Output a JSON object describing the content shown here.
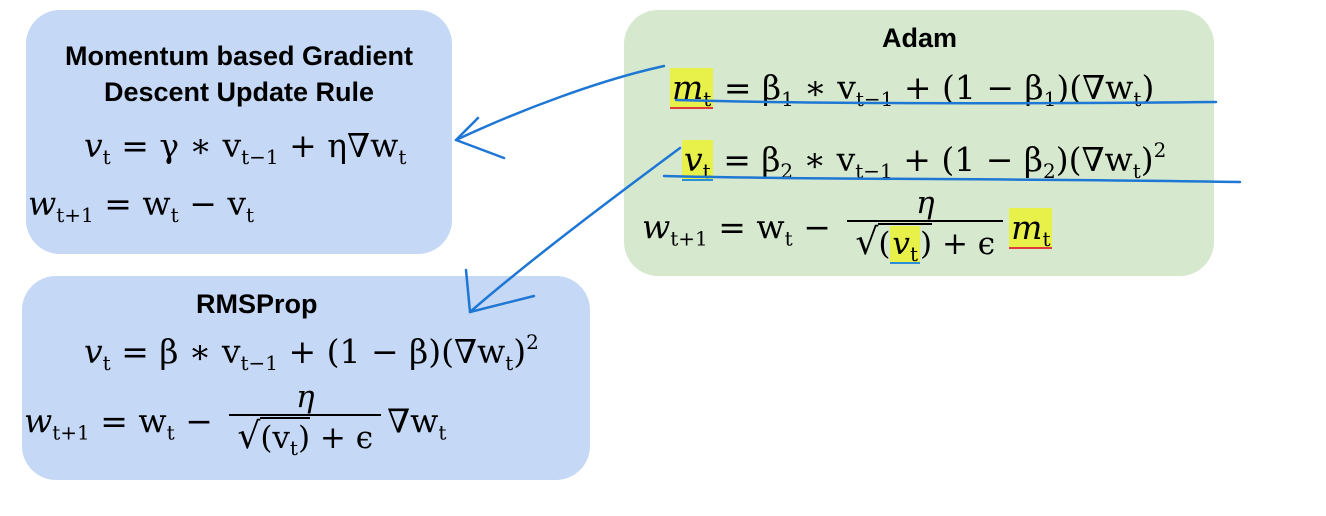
{
  "momentum": {
    "title_line1": "Momentum based Gradient",
    "title_line2": "Descent Update Rule",
    "eq1": {
      "lhs": "v",
      "lhs_sub": "t",
      "rhs": "= γ ∗ v",
      "rhs_sub": "t−1",
      "rhs2": " + η∇w",
      "rhs2_sub": "t"
    },
    "eq2": {
      "lhs": "w",
      "lhs_sub": "t+1",
      "rhs": " = w",
      "rhs_sub": "t",
      "rhs2": " − v",
      "rhs2_sub": "t"
    }
  },
  "rmsprop": {
    "title": "RMSProp",
    "eq1": {
      "lhs": "v",
      "lhs_sub": "t",
      "rhs": " = β ∗ v",
      "rhs_sub": "t−1",
      "rhs2": " + (1 − β)(∇w",
      "rhs2_sub": "t",
      "rhs3": ")",
      "rhs3_sup": "2"
    },
    "eq2": {
      "lhs": "w",
      "lhs_sub": "t+1",
      "rhs": " = w",
      "rhs_sub": "t",
      "rhs2": " − ",
      "num": "η",
      "den_pre": "(v",
      "den_sub": "t",
      "den_post": ")",
      "den_tail": " + ϵ",
      "tail": "∇w",
      "tail_sub": "t"
    }
  },
  "adam": {
    "title": "Adam",
    "eq1": {
      "lhs": "m",
      "lhs_sub": "t",
      "rhs": " = β",
      "rhs_sub1": "1",
      "rhs_b": " ∗ v",
      "rhs_sub2": "t−1",
      "rhs_c": " + (1 − β",
      "rhs_sub3": "1",
      "rhs_d": ")(∇w",
      "rhs_sub4": "t",
      "rhs_e": ")"
    },
    "eq2": {
      "lhs": "v",
      "lhs_sub": "t",
      "rhs": " = β",
      "rhs_sub1": "2",
      "rhs_b": " ∗ v",
      "rhs_sub2": "t−1",
      "rhs_c": " + (1 − β",
      "rhs_sub3": "2",
      "rhs_d": ")(∇w",
      "rhs_sub4": "t",
      "rhs_e": ")",
      "rhs_sup": "2"
    },
    "eq3": {
      "lhs": "w",
      "lhs_sub": "t+1",
      "rhs": " = w",
      "rhs_sub": "t",
      "rhs2": " − ",
      "num": "η",
      "den_pre": "(",
      "den_v": "v",
      "den_sub": "t",
      "den_post": ")",
      "den_tail": " + ϵ",
      "tail": "m",
      "tail_sub": "t"
    }
  },
  "colors": {
    "blue_box": "#c5d8f6",
    "green_box": "#d6e9cf",
    "annotation_blue": "#1f77d4",
    "highlight_yellow": "#e8f04a",
    "underline_red": "#e03b3b"
  }
}
